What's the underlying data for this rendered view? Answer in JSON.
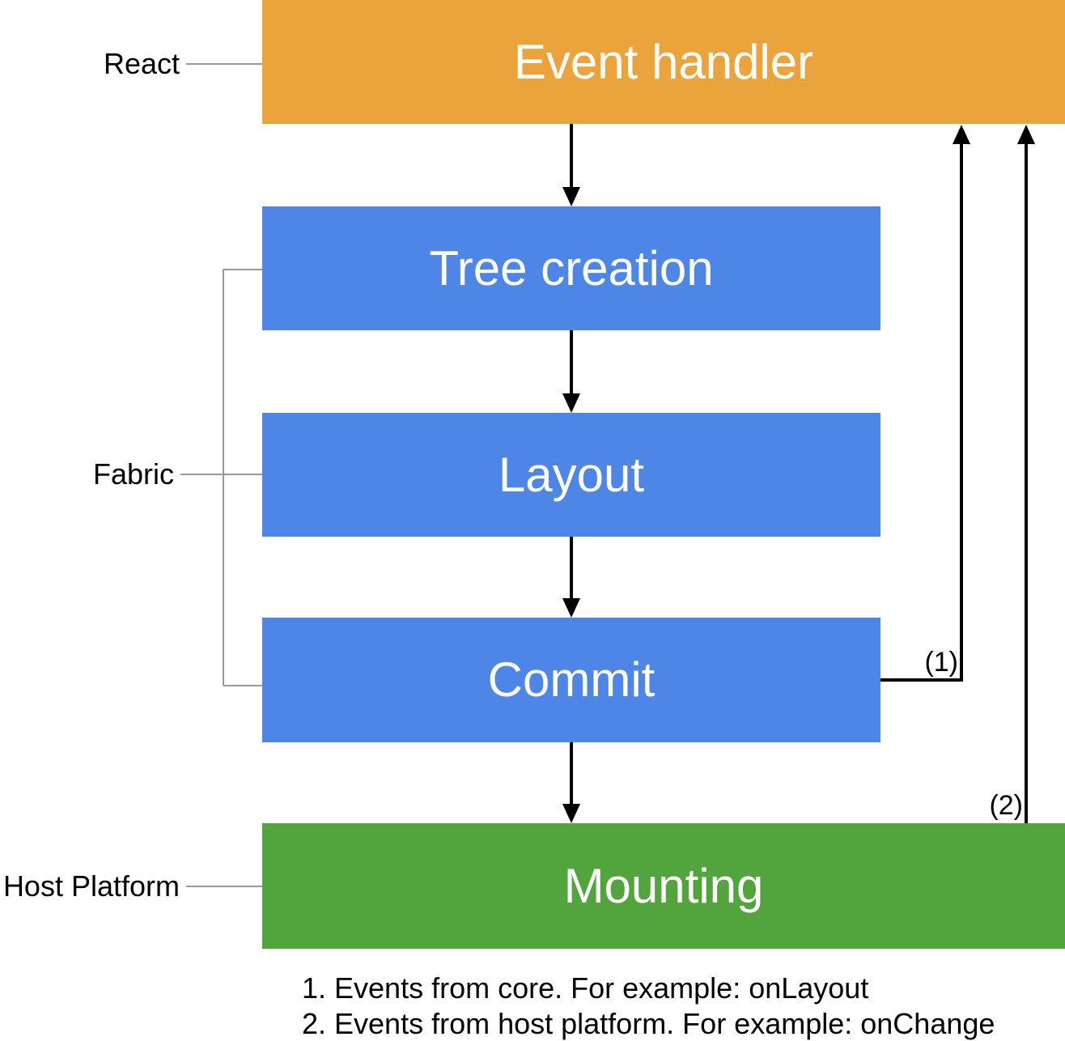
{
  "boxes": {
    "event_handler": "Event handler",
    "tree_creation": "Tree creation",
    "layout": "Layout",
    "commit": "Commit",
    "mounting": "Mounting"
  },
  "side_labels": {
    "react": "React",
    "fabric": "Fabric",
    "host_platform": "Host Platform"
  },
  "arrow_labels": {
    "feedback_1": "(1)",
    "feedback_2": "(2)"
  },
  "footnotes": [
    "1. Events from core. For example: onLayout",
    "2. Events from host platform. For example: onChange"
  ],
  "colors": {
    "react_layer": "#EBA43C",
    "fabric_layer": "#4E86E8",
    "host_layer": "#52A43C"
  }
}
